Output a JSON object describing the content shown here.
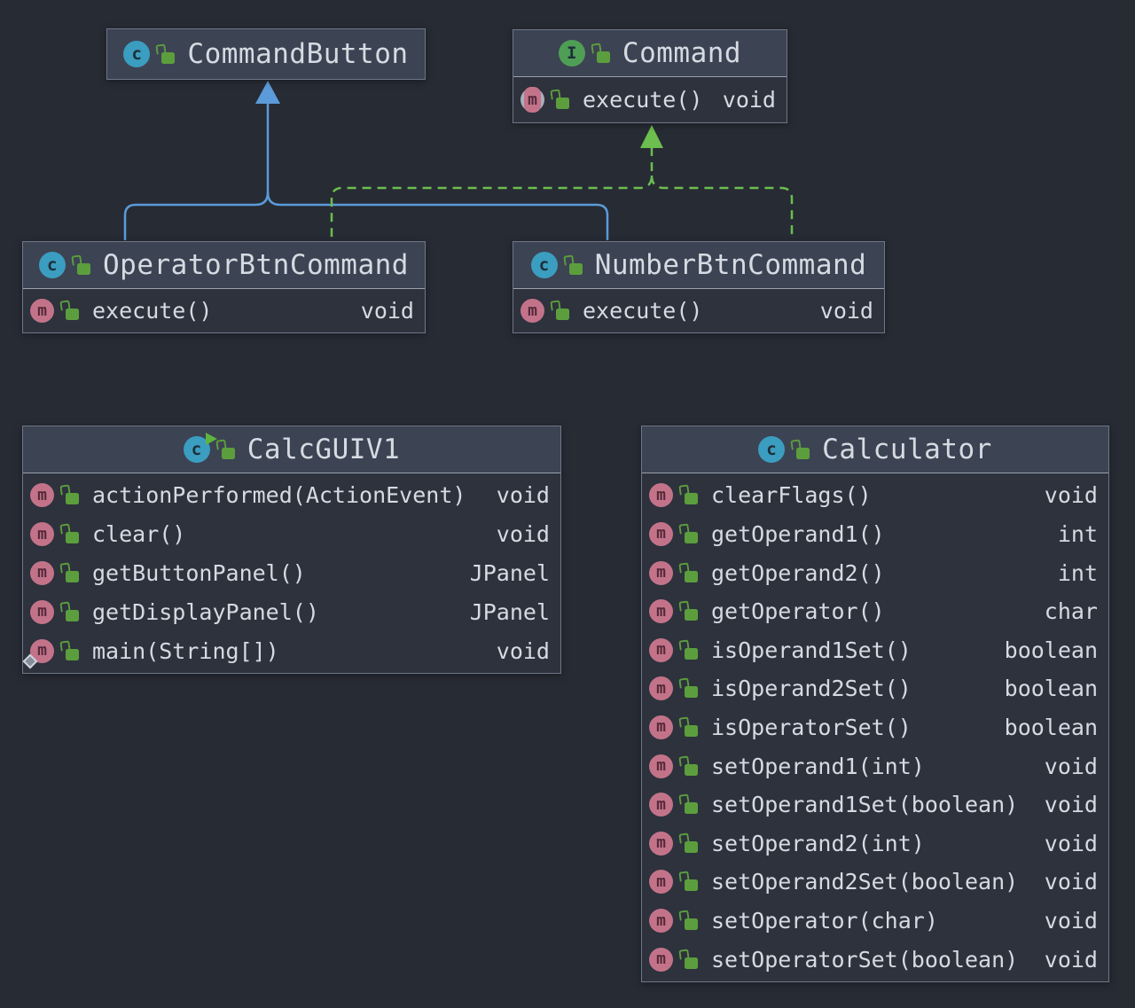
{
  "colors": {
    "canvas-bg": "#272b34",
    "node-header-bg": "#3c4353",
    "node-body-bg": "#2d323d",
    "node-border": "#6f7686",
    "node-separator": "#9aa1ac",
    "text": "#d6dbe2",
    "extends-arrow": "#5b9bd9",
    "implements-arrow": "#6cbe4e",
    "class-icon": "#3b9dbf",
    "interface-icon": "#4f9e55",
    "method-icon": "#c37389",
    "abstract-ring": "#a9afba",
    "lock": "#5c9e3d",
    "run-badge": "#5fb33e"
  },
  "icons": {
    "class": "c",
    "interface": "I",
    "method": "m"
  },
  "classes": [
    {
      "name": "CommandButton",
      "kind": "class",
      "visibility": "public",
      "methods": []
    },
    {
      "name": "Command",
      "kind": "interface",
      "visibility": "public",
      "methods": [
        {
          "name": "execute()",
          "type": "void",
          "abstract": true
        }
      ]
    },
    {
      "name": "OperatorBtnCommand",
      "kind": "class",
      "visibility": "public",
      "methods": [
        {
          "name": "execute()",
          "type": "void"
        }
      ]
    },
    {
      "name": "NumberBtnCommand",
      "kind": "class",
      "visibility": "public",
      "methods": [
        {
          "name": "execute()",
          "type": "void"
        }
      ]
    },
    {
      "name": "CalcGUIV1",
      "kind": "class",
      "runnable": true,
      "visibility": "public",
      "methods": [
        {
          "name": "actionPerformed(ActionEvent)",
          "type": "void"
        },
        {
          "name": "clear()",
          "type": "void"
        },
        {
          "name": "getButtonPanel()",
          "type": "JPanel"
        },
        {
          "name": "getDisplayPanel()",
          "type": "JPanel"
        },
        {
          "name": "main(String[])",
          "type": "void",
          "static": true
        }
      ]
    },
    {
      "name": "Calculator",
      "kind": "class",
      "visibility": "public",
      "methods": [
        {
          "name": "clearFlags()",
          "type": "void"
        },
        {
          "name": "getOperand1()",
          "type": "int"
        },
        {
          "name": "getOperand2()",
          "type": "int"
        },
        {
          "name": "getOperator()",
          "type": "char"
        },
        {
          "name": "isOperand1Set()",
          "type": "boolean"
        },
        {
          "name": "isOperand2Set()",
          "type": "boolean"
        },
        {
          "name": "isOperatorSet()",
          "type": "boolean"
        },
        {
          "name": "setOperand1(int)",
          "type": "void"
        },
        {
          "name": "setOperand1Set(boolean)",
          "type": "void"
        },
        {
          "name": "setOperand2(int)",
          "type": "void"
        },
        {
          "name": "setOperand2Set(boolean)",
          "type": "void"
        },
        {
          "name": "setOperator(char)",
          "type": "void"
        },
        {
          "name": "setOperatorSet(boolean)",
          "type": "void"
        }
      ]
    }
  ],
  "relationships": [
    {
      "type": "extends",
      "line": "solid",
      "from": [
        "OperatorBtnCommand",
        "NumberBtnCommand"
      ],
      "to": "CommandButton"
    },
    {
      "type": "implements",
      "line": "dashed",
      "from": [
        "OperatorBtnCommand",
        "NumberBtnCommand"
      ],
      "to": "Command"
    }
  ]
}
